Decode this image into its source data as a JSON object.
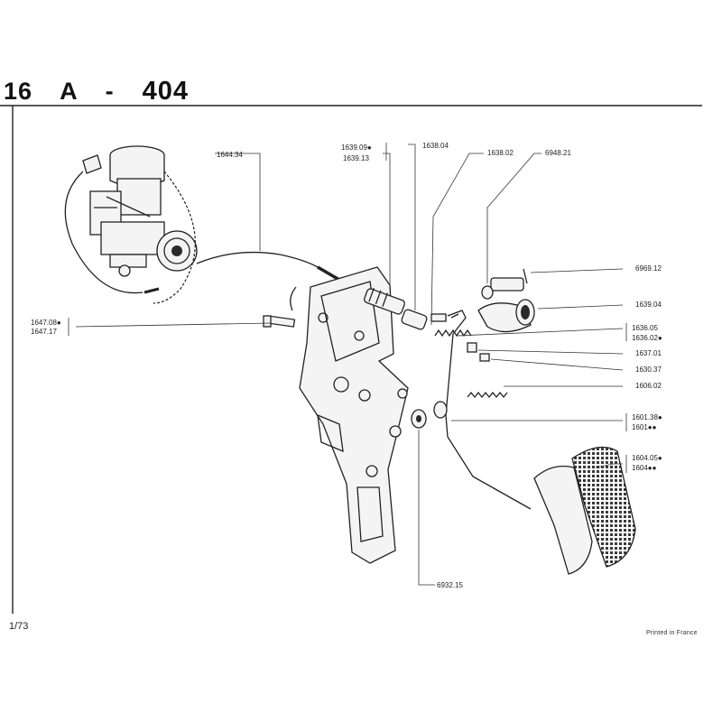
{
  "header": {
    "section": "16",
    "letter": "A",
    "dash": "-",
    "model": "404"
  },
  "footer": {
    "page": "1/73",
    "printed": "Printed in France"
  },
  "parts": {
    "p1644_34": "1644.34",
    "p1639_09": "1639.09●",
    "p1639_13": "1639.13",
    "p1638_04": "1638.04",
    "p1638_02": "1638.02",
    "p6948_21": "6948.21",
    "p6969_12": "6969.12",
    "p1639_04": "1639.04",
    "p1636_05": "1636.05",
    "p1636_02": "1636.02●",
    "p1637_01": "1637.01",
    "p1630_37": "1630.37",
    "p1606_02": "1606.02",
    "p1601_38": "1601.38●",
    "p1601": "1601●●",
    "p1604_05": "1604.05●",
    "p1604": "1604●●",
    "p1647_08": "1647.08●",
    "p1647_17": "1647.17",
    "p6932_15": "6932.15"
  }
}
